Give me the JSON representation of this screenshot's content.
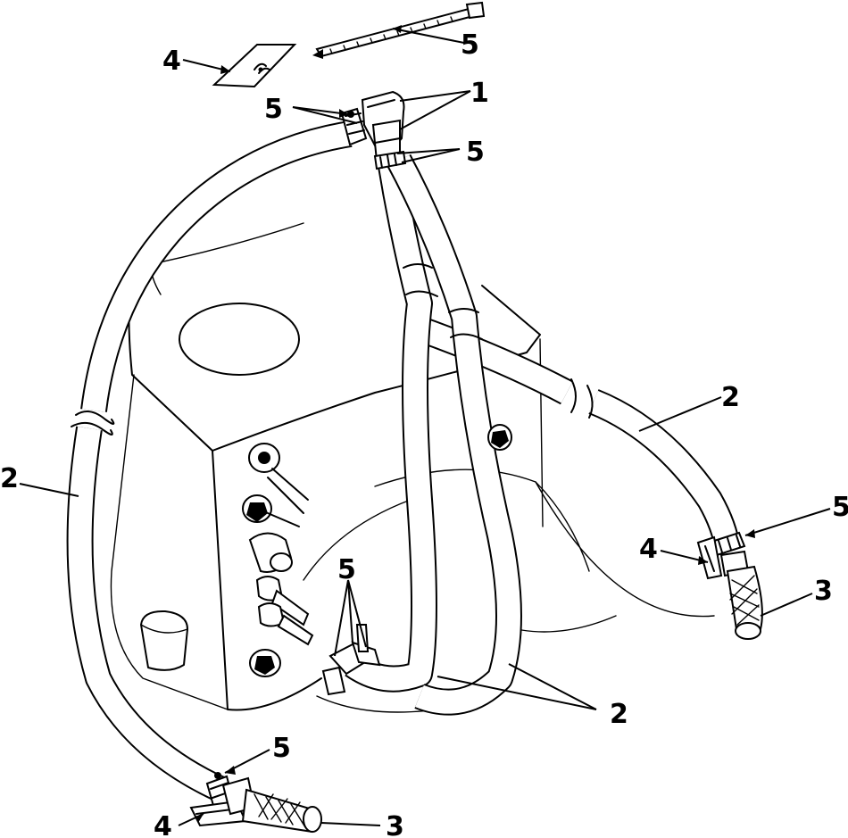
{
  "callouts": {
    "fitting": "1",
    "hose": "2",
    "filter": "3",
    "clip": "4",
    "clamp": "5"
  },
  "colors": {
    "ink": "#000000",
    "paper": "#ffffff"
  }
}
